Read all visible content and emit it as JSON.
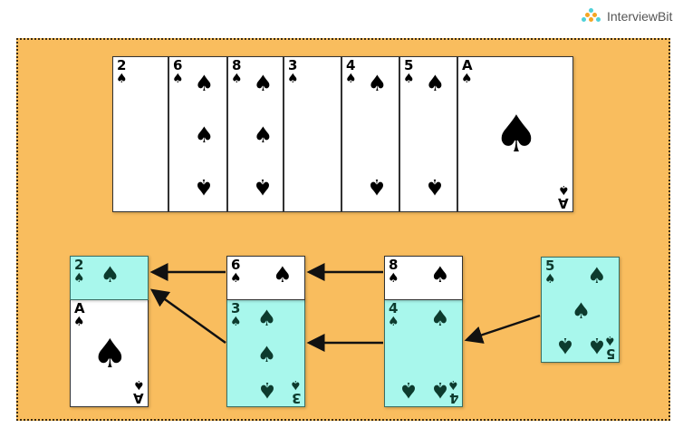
{
  "logo": {
    "text": "InterviewBit"
  },
  "colors": {
    "board": "#F9BD5E",
    "teal": "#A8F7EC",
    "card": "#FFFFFF"
  },
  "deck": [
    {
      "rank": "2",
      "suit": "spade"
    },
    {
      "rank": "6",
      "suit": "spade"
    },
    {
      "rank": "8",
      "suit": "spade"
    },
    {
      "rank": "3",
      "suit": "spade"
    },
    {
      "rank": "4",
      "suit": "spade"
    },
    {
      "rank": "5",
      "suit": "spade"
    },
    {
      "rank": "A",
      "suit": "spade"
    }
  ],
  "piles": [
    {
      "cards": [
        {
          "rank": "2",
          "highlight": true
        },
        {
          "rank": "A",
          "highlight": false
        }
      ]
    },
    {
      "cards": [
        {
          "rank": "6",
          "highlight": false
        },
        {
          "rank": "3",
          "highlight": true
        }
      ]
    },
    {
      "cards": [
        {
          "rank": "8",
          "highlight": false
        },
        {
          "rank": "4",
          "highlight": true
        }
      ]
    },
    {
      "cards": [
        {
          "rank": "5",
          "highlight": true
        }
      ]
    }
  ],
  "suit_glyph": "♠"
}
